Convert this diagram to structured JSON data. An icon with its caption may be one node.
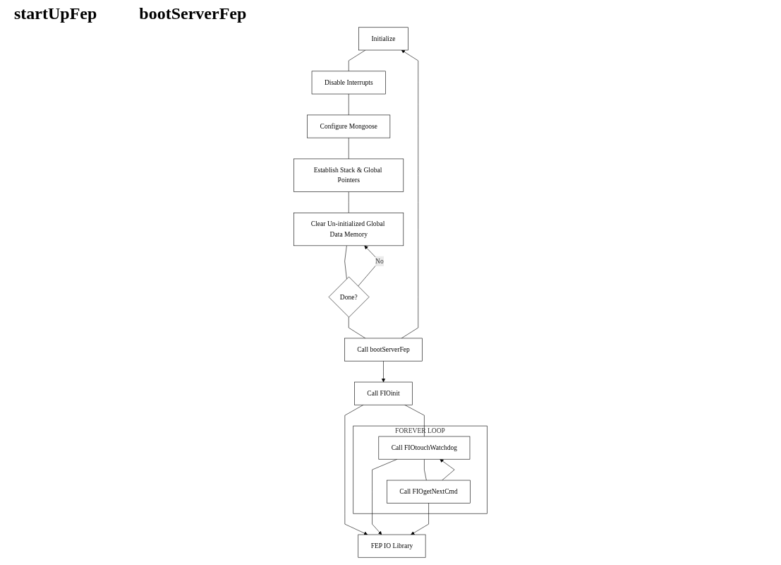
{
  "diagram": {
    "nodes": [
      {
        "text": [
          "Initialize"
        ]
      },
      {
        "text": [
          "Disable Interrupts"
        ]
      },
      {
        "text": [
          "Configure Mongoose"
        ]
      },
      {
        "text": [
          "Establish Stack & Global Pointers"
        ]
      },
      {
        "text": [
          "Clear Un-initialized Global Data Memory"
        ]
      },
      {
        "text": [
          "Done?"
        ]
      },
      {
        "text": [
          "Call bootServerFep"
        ]
      },
      {
        "text": [
          "Call FIOinit"
        ]
      },
      {
        "text": [
          "FOREVER LOOP"
        ]
      },
      {
        "text": [
          "Call FIOtouchWatchdog"
        ],
        "in": 8
      },
      {
        "text": [
          "Call FIOgetNextCmd"
        ],
        "in": 8
      },
      {
        "text": [
          "FEP IO Library"
        ]
      }
    ],
    "edges": [
      {
        "from": 0,
        "to": 1,
        "arrow": "none"
      },
      {
        "from": 1,
        "to": 2,
        "arrow": "none"
      },
      {
        "from": 2,
        "to": 3,
        "arrow": "none"
      },
      {
        "from": 3,
        "to": 4,
        "arrow": "none"
      },
      {
        "from": 4,
        "to": 5,
        "arrow": "none"
      },
      {
        "from": 5,
        "to": 4,
        "label": "No",
        "arrow": "to"
      },
      {
        "from": 5,
        "to": 6,
        "arrow": "none"
      },
      {
        "from": 6,
        "to": 0,
        "arrow": "to"
      },
      {
        "from": 6,
        "to": 7,
        "arrow": "to"
      },
      {
        "from": 7,
        "to": 11,
        "arrow": "to"
      },
      {
        "from": 7,
        "to": 9,
        "arrow": "none"
      },
      {
        "from": 9,
        "to": 10,
        "arrow": "none"
      },
      {
        "from": 10,
        "to": 9,
        "arrow": "to"
      },
      {
        "from": 9,
        "to": 11,
        "arrow": "to"
      },
      {
        "from": 10,
        "to": 11,
        "arrow": "to"
      }
    ],
    "labels": [
      "startUpFep",
      "bootServerFep"
    ]
  }
}
